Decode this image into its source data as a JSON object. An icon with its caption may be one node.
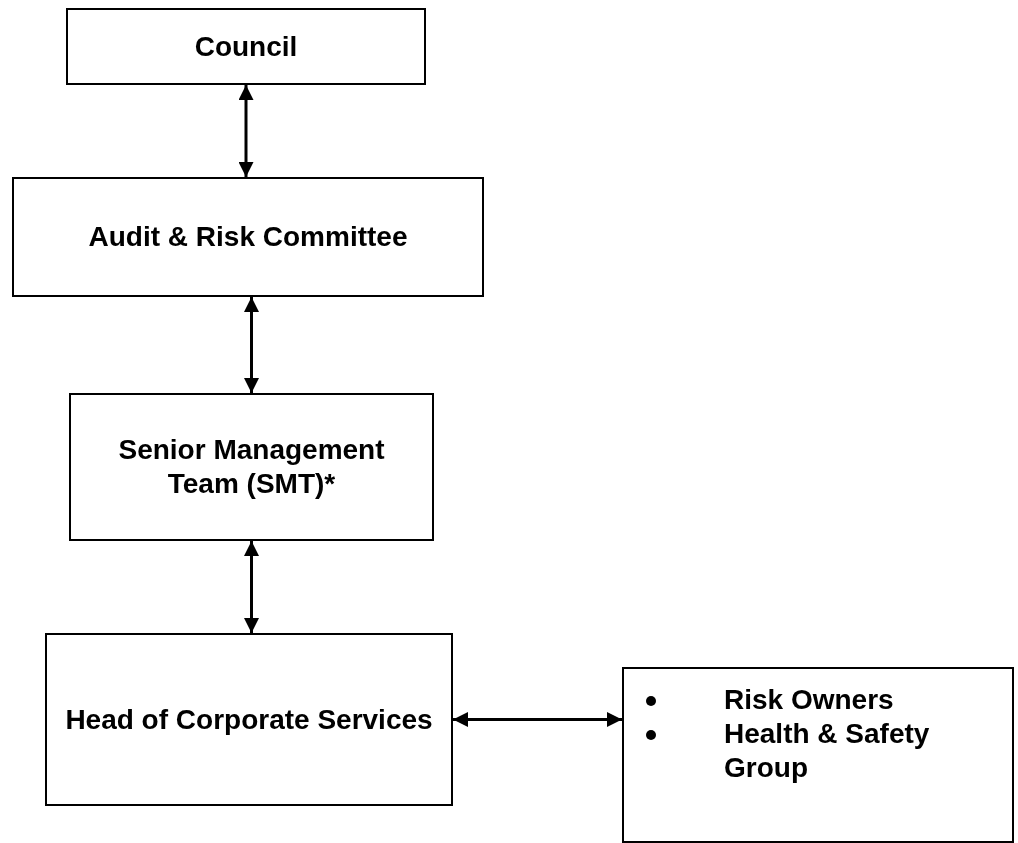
{
  "diagram": {
    "nodes": [
      {
        "text": [
          "Council"
        ]
      },
      {
        "text": [
          "Audit & Risk Committee"
        ]
      },
      {
        "text": [
          "Senior Management Team (SMT)*"
        ]
      },
      {
        "text": [
          "Head of Corporate Services"
        ]
      },
      {
        "text": [
          "Risk Owners",
          "Health & Safety Group"
        ]
      }
    ],
    "edges": [
      {
        "from": 0,
        "to": 1,
        "arrow": "both"
      },
      {
        "from": 1,
        "to": 2,
        "arrow": "both"
      },
      {
        "from": 2,
        "to": 3,
        "arrow": "both"
      },
      {
        "from": 3,
        "to": 4,
        "arrow": "both"
      }
    ]
  }
}
